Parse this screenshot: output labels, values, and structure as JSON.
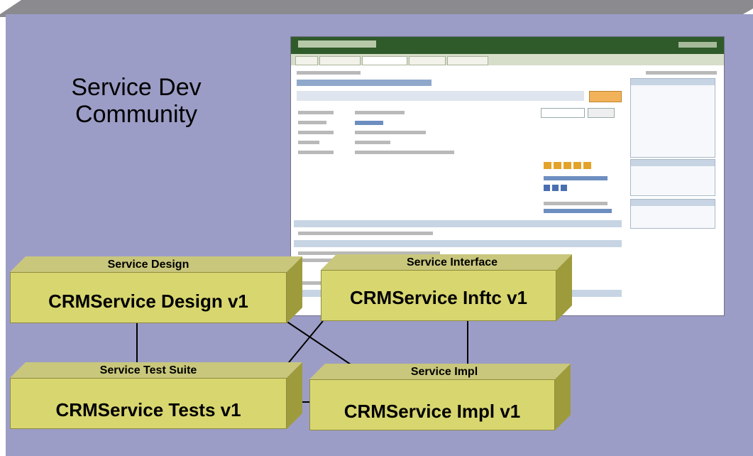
{
  "title": {
    "line1": "Service Dev",
    "line2": "Community"
  },
  "boxes": {
    "design": {
      "category": "Service Design",
      "name": "CRMService Design v1"
    },
    "interface": {
      "category": "Service Interface",
      "name": "CRMService Inftc v1"
    },
    "tests": {
      "category": "Service Test Suite",
      "name": "CRMService Tests v1"
    },
    "impl": {
      "category": "Service Impl",
      "name": "CRMService Impl v1"
    }
  },
  "colors": {
    "background": "#9c9dc6",
    "box_front": "#d8d66f",
    "box_top": "#c9c77c",
    "box_side": "#9e9b3c"
  }
}
